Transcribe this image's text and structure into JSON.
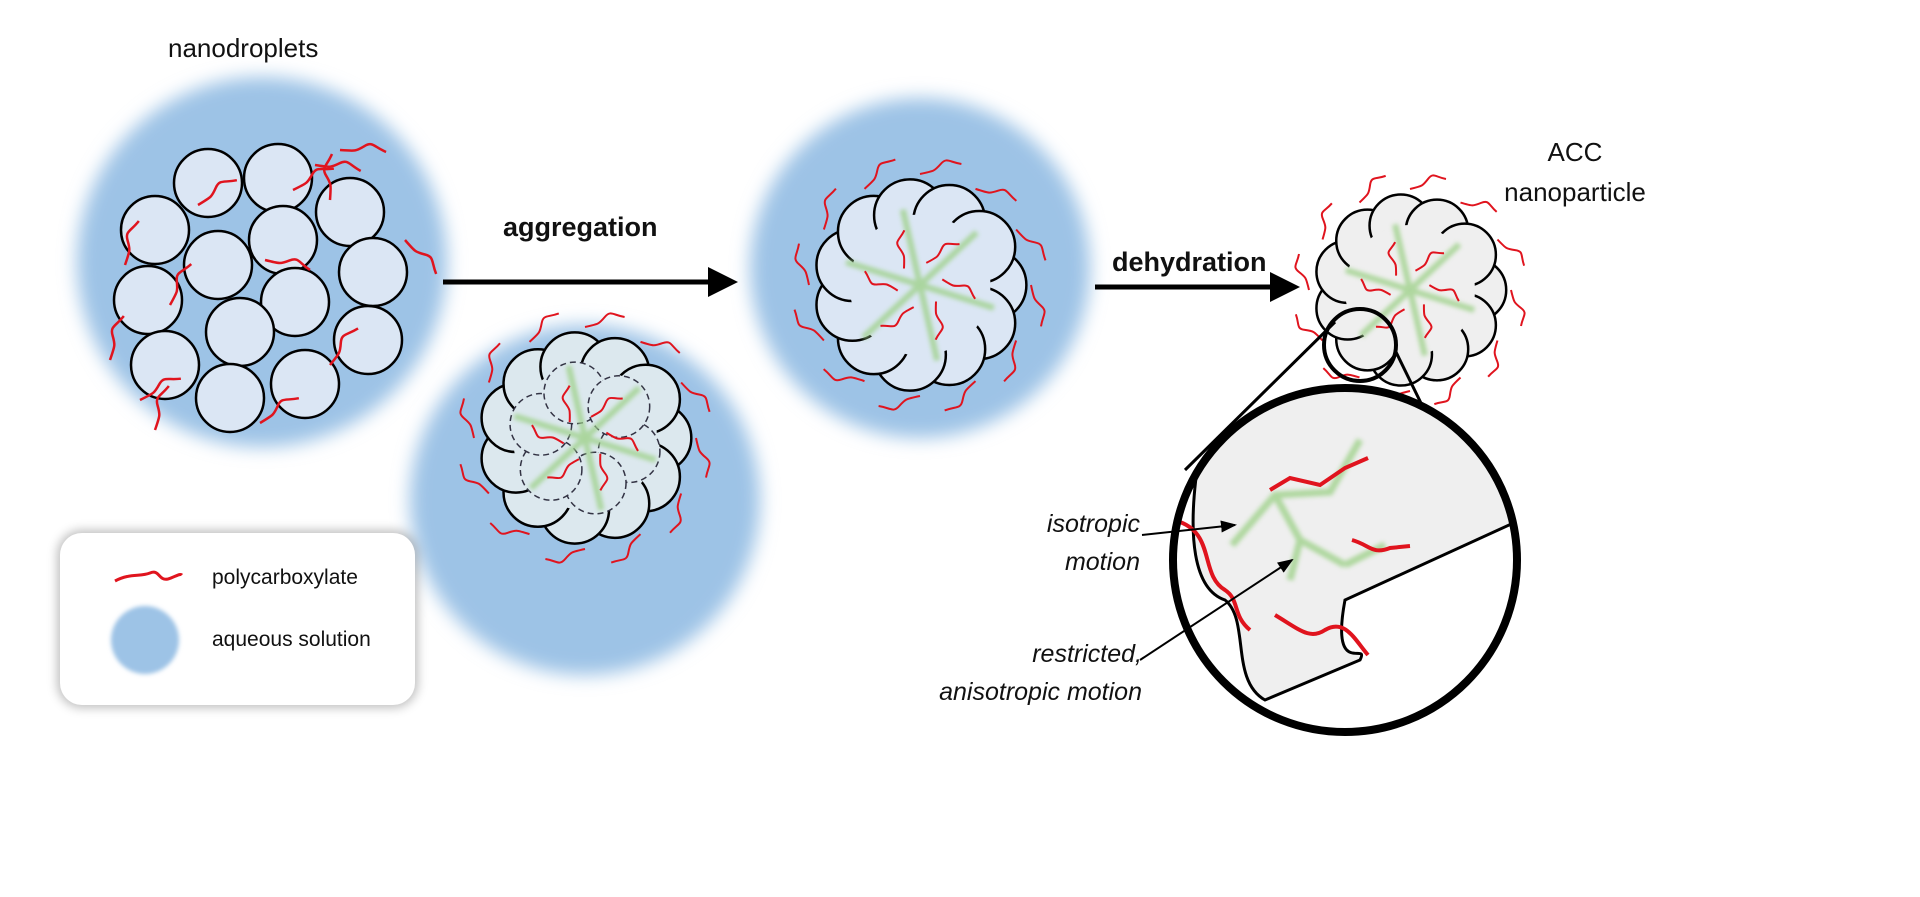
{
  "labels": {
    "nanodroplets": "nanodroplets",
    "aggregation": "aggregation",
    "dehydration": "dehydration",
    "acc_line1": "ACC",
    "acc_line2": "nanoparticle",
    "isotropic_line1": "isotropic",
    "isotropic_line2": "motion",
    "restricted_line1": "restricted,",
    "restricted_line2": "anisotropic motion"
  },
  "legend": {
    "polycarboxylate": "polycarboxylate",
    "aqueous_solution": "aqueous solution"
  },
  "colors": {
    "aqueous": "#9dc3e6",
    "droplet": "#dbe6f4",
    "polymer": "#e0141e",
    "interface": "#9fd18a",
    "particle": "#efefef"
  }
}
